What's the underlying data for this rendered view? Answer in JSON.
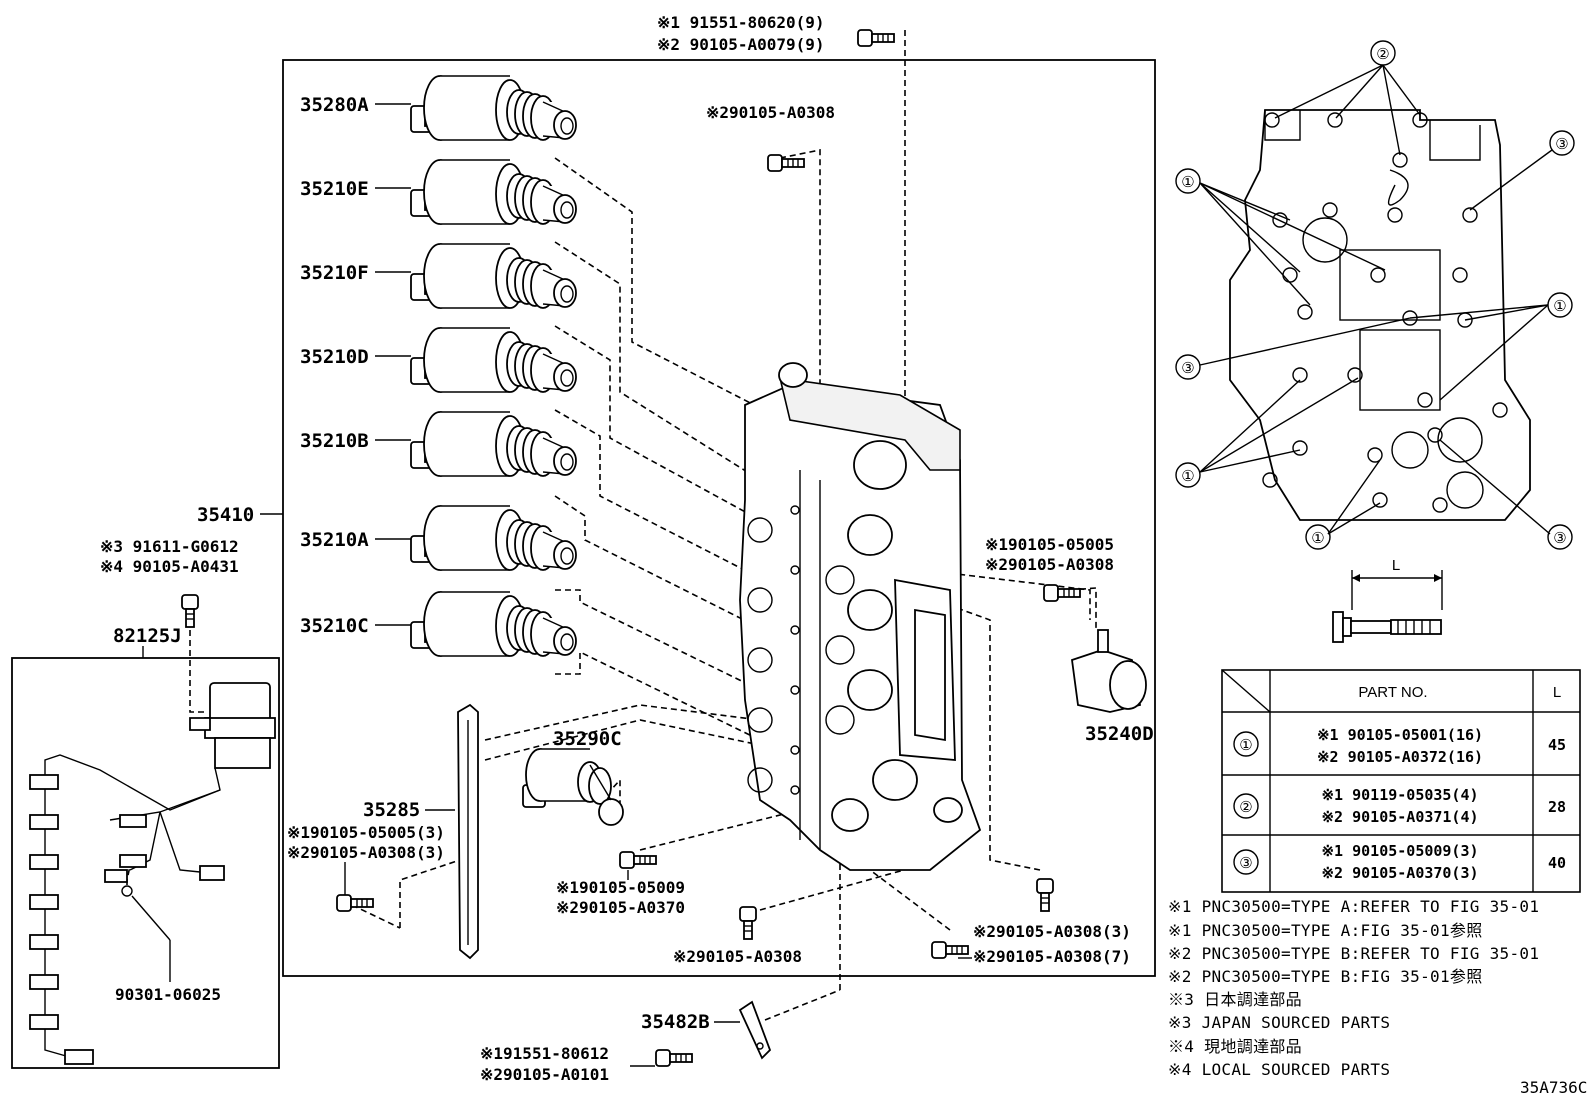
{
  "labels": {
    "bolt_top_1": "※1 91551-80620(9)",
    "bolt_top_2": "※2 90105-A0079(9)",
    "bolt_a0308_top": "※290105-A0308",
    "sol_35280A": "35280A",
    "sol_35210E": "35210E",
    "sol_35210F": "35210F",
    "sol_35210D": "35210D",
    "sol_35210B": "35210B",
    "sol_35210A": "35210A",
    "sol_35210C": "35210C",
    "body_35410": "35410",
    "harness_bolt_3": "※3 91611-G0612",
    "harness_bolt_4": "※4 90105-A0431",
    "harness_82125J": "82125J",
    "clamp_90301": "90301-06025",
    "sol_35290C": "35290C",
    "plate_35285": "35285",
    "bolt_left_1": "※190105-05005(3)",
    "bolt_left_2": "※290105-A0308(3)",
    "bolt_mid_1": "※190105-05009",
    "bolt_mid_2": "※290105-A0370",
    "bolt_bot_mid": "※290105-A0308",
    "bolt_right_1": "※190105-05005",
    "bolt_right_2": "※290105-A0308",
    "sol_35240D": "35240D",
    "bolt_br_3": "※290105-A0308(3)",
    "bolt_br_7": "※290105-A0308(7)",
    "detent_35482B": "35482B",
    "bolt_det_1": "※191551-80612",
    "bolt_det_2": "※290105-A0101",
    "callout_1": "①",
    "callout_2": "②",
    "callout_3": "③",
    "dim_L": "L",
    "figure_code": "35A736C"
  },
  "table": {
    "header_part": "PART NO.",
    "header_l": "L",
    "rows": [
      {
        "key": "①",
        "p1": "※1 90105-05001(16)",
        "p2": "※2 90105-A0372(16)",
        "l": "45"
      },
      {
        "key": "②",
        "p1": "※1 90119-05035(4)",
        "p2": "※2 90105-A0371(4)",
        "l": "28"
      },
      {
        "key": "③",
        "p1": "※1 90105-05009(3)",
        "p2": "※2 90105-A0370(3)",
        "l": "40"
      }
    ]
  },
  "notes": [
    "※1 PNC30500=TYPE A:REFER TO FIG 35-01",
    "※1 PNC30500=TYPE A:FIG 35-01参照",
    "※2 PNC30500=TYPE B:REFER TO FIG 35-01",
    "※2 PNC30500=TYPE B:FIG 35-01参照",
    "※3 日本調達部品",
    "※3 JAPAN SOURCED PARTS",
    "※4 現地調達部品",
    "※4 LOCAL SOURCED PARTS"
  ]
}
